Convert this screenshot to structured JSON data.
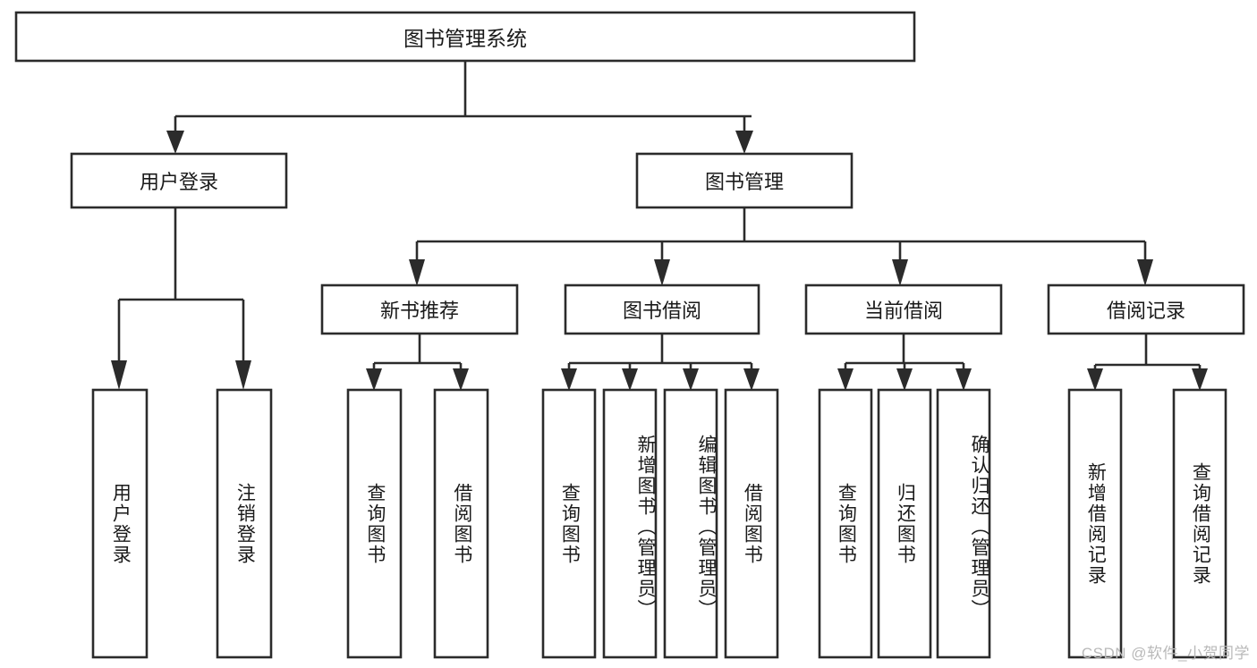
{
  "diagram": {
    "type": "tree",
    "title": "图书管理系统",
    "background_color": "#ffffff",
    "line_color": "#2b2b2b",
    "text_color": "#1a1a1a",
    "root": {
      "label": "图书管理系统",
      "children": [
        {
          "label": "用户登录",
          "children": [
            {
              "label": "用户登录"
            },
            {
              "label": "注销登录"
            }
          ]
        },
        {
          "label": "图书管理",
          "children": [
            {
              "label": "新书推荐",
              "children": [
                {
                  "label": "查询图书"
                },
                {
                  "label": "借阅图书"
                }
              ]
            },
            {
              "label": "图书借阅",
              "children": [
                {
                  "label": "查询图书"
                },
                {
                  "label": "新增图书（管理员）"
                },
                {
                  "label": "编辑图书（管理员）"
                },
                {
                  "label": "借阅图书"
                }
              ]
            },
            {
              "label": "当前借阅",
              "children": [
                {
                  "label": "查询图书"
                },
                {
                  "label": "归还图书"
                },
                {
                  "label": "确认归还（管理员）"
                }
              ]
            },
            {
              "label": "借阅记录",
              "children": [
                {
                  "label": "新增借阅记录"
                },
                {
                  "label": "查询借阅记录"
                }
              ]
            }
          ]
        }
      ]
    },
    "nodes": {
      "root_title": "图书管理系统",
      "l1_user_login": "用户登录",
      "l1_book_mgmt": "图书管理",
      "l2_new_book_rec": "新书推荐",
      "l2_book_borrow": "图书借阅",
      "l2_current_borrow": "当前借阅",
      "l2_borrow_record": "借阅记录",
      "l3_user_login": "用户登录",
      "l3_logout": "注销登录",
      "l3_query_book_a": "查询图书",
      "l3_borrow_book_a": "借阅图书",
      "l3_query_book_b": "查询图书",
      "l3_add_book": "新增图书（管理员）",
      "l3_edit_book": "编辑图书（管理员）",
      "l3_borrow_book_b": "借阅图书",
      "l3_query_book_c": "查询图书",
      "l3_return_book": "归还图书",
      "l3_confirm_return": "确认归还（管理员）",
      "l3_add_record": "新增借阅记录",
      "l3_query_record": "查询借阅记录"
    }
  },
  "watermark": {
    "text": "CSDN @软件_小贺同学"
  }
}
